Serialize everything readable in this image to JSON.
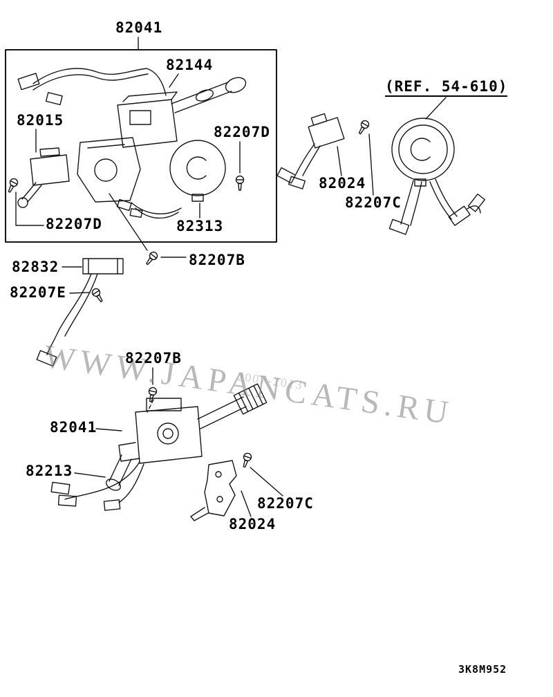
{
  "labels": {
    "part_82041_top": "82041",
    "part_82144": "82144",
    "part_82015": "82015",
    "part_82207d_right": "82207D",
    "part_82207d_left": "82207D",
    "part_82313": "82313",
    "part_82832": "82832",
    "part_82207b_top": "82207B",
    "part_82207e": "82207E",
    "part_82207b_mid": "82207B",
    "part_82041_mid": "82041",
    "part_82213": "82213",
    "part_82207c_bottom": "82207C",
    "part_82024_bottom": "82024",
    "ref_note": "(REF. 54-610)",
    "part_82024_right": "82024",
    "part_82207c_right": "82207C"
  },
  "watermark": {
    "site": "WWW.JAPANCATS.RU",
    "years": "2007-2013"
  },
  "footer": {
    "drawing_code": "3K8M952"
  }
}
